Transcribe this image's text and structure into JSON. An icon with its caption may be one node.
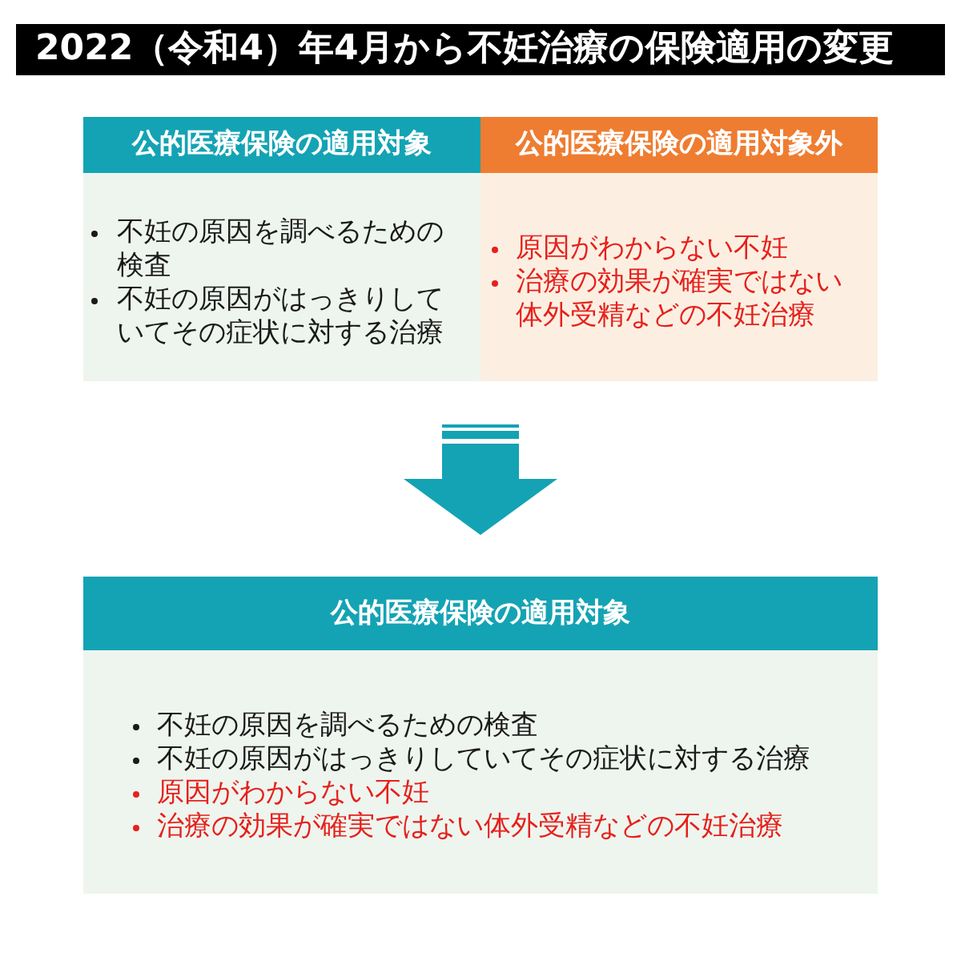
{
  "diagram": {
    "title": "2022（令和4）年4月から不妊治療の保険適用の変更",
    "nodes": [
      {
        "text": [
          "公的医療保険の適用対象",
          "不妊の原因を調べるための検査",
          "不妊の原因がはっきりしていてその症状に対する治療"
        ]
      },
      {
        "text": [
          "公的医療保険の適用対象外",
          "原因がわからない不妊",
          "治療の効果が確実ではない体外受精などの不妊治療"
        ]
      },
      {
        "text": [
          "公的医療保険の適用対象",
          "不妊の原因を調べるための検査",
          "不妊の原因がはっきりしていてその症状に対する治療",
          "原因がわからない不妊",
          "治療の効果が確実ではない体外受精などの不妊治療"
        ]
      }
    ],
    "edges": [
      {
        "from": 0,
        "to": 2,
        "arrow": "to"
      },
      {
        "from": 1,
        "to": 2,
        "arrow": "to"
      }
    ]
  }
}
